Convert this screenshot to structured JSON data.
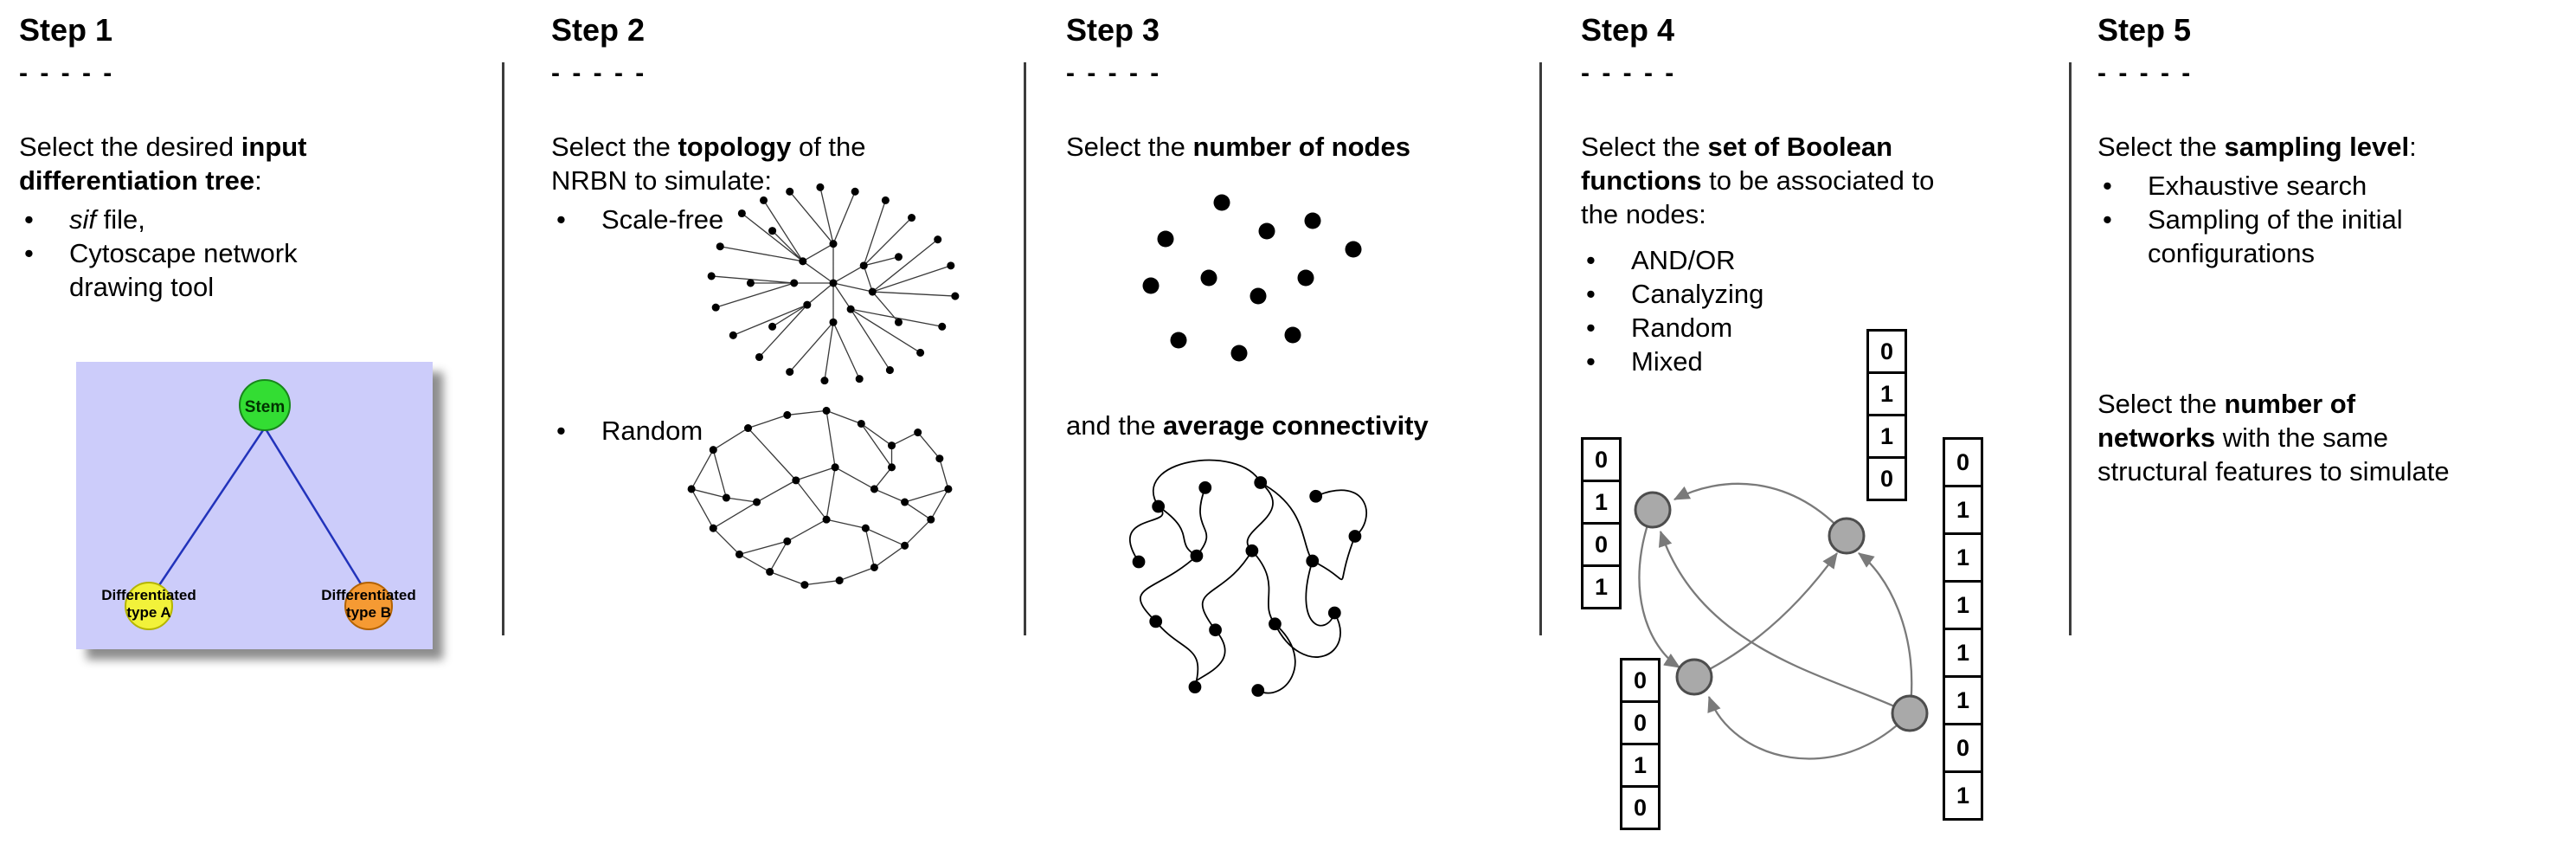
{
  "glyphs": {
    "bullet": "•"
  },
  "divider_color": "#3c3c3c",
  "steps": [
    {
      "title": "Step 1",
      "dashes": "- - - - -",
      "intro": {
        "pre": "Select the desired ",
        "bold": "input differentiation tree",
        "post": ":"
      },
      "bullets": [
        {
          "italic": "sif",
          "rest": " file,"
        },
        {
          "text": "Cytoscape network drawing tool"
        }
      ],
      "tree": {
        "stem": "Stem",
        "type_a": [
          "Differentiated",
          "type A"
        ],
        "type_b": [
          "Differentiated",
          "type B"
        ],
        "colors": {
          "background": "#ccccfa",
          "stem": "#33dd33",
          "type_a": "#f2f23a",
          "type_b": "#f59a33",
          "edge": "#2233bb"
        }
      }
    },
    {
      "title": "Step 2",
      "dashes": "- - - - -",
      "intro": {
        "pre": "Select the ",
        "bold": "topology",
        "post": " of the NRBN to simulate:"
      },
      "bullets": [
        {
          "text": "Scale-free"
        },
        {
          "text": "Random"
        }
      ]
    },
    {
      "title": "Step 3",
      "dashes": "- - - - -",
      "intro": {
        "pre": "Select the ",
        "bold": "number of nodes",
        "post": ""
      },
      "intro2": {
        "pre": "and the ",
        "bold": "average connectivity",
        "post": ""
      }
    },
    {
      "title": "Step 4",
      "dashes": "- - - - -",
      "intro": {
        "pre": "Select the ",
        "bold": "set of Boolean functions",
        "post": " to be associated to the nodes:"
      },
      "bullets": [
        {
          "text": "AND/OR"
        },
        {
          "text": "Canalyzing"
        },
        {
          "text": "Random"
        },
        {
          "text": "Mixed"
        }
      ],
      "truth_tables": {
        "top": [
          "0",
          "1",
          "1",
          "0"
        ],
        "left": [
          "0",
          "1",
          "0",
          "1"
        ],
        "bottom_left": [
          "0",
          "0",
          "1",
          "0"
        ],
        "right": [
          "0",
          "1",
          "1",
          "1",
          "1",
          "1",
          "0",
          "1"
        ]
      }
    },
    {
      "title": "Step 5",
      "dashes": "- - - - -",
      "intro": {
        "pre": "Select the ",
        "bold": "sampling level",
        "post": ":"
      },
      "bullets": [
        {
          "text": "Exhaustive search"
        },
        {
          "text": "Sampling of the initial configurations"
        }
      ],
      "intro2": {
        "pre": "Select the ",
        "bold": "number of networks",
        "post": " with the same structural features to simulate"
      }
    }
  ]
}
